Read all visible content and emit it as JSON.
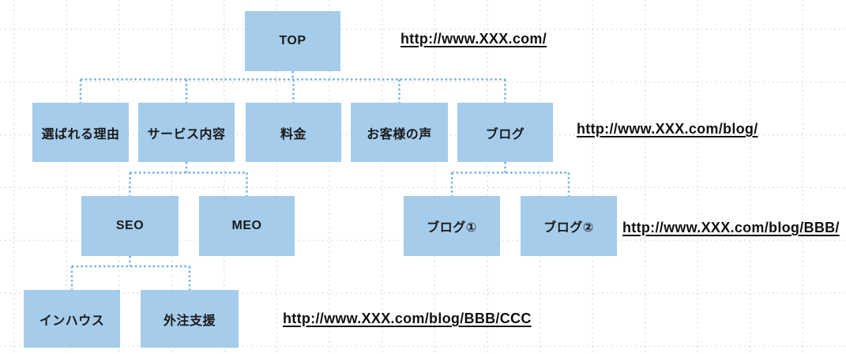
{
  "diagram": {
    "type": "sitemap-tree",
    "nodes": {
      "top": {
        "label": "TOP",
        "level": 1
      },
      "reason": {
        "label": "選ばれる理由",
        "level": 2
      },
      "service": {
        "label": "サービス内容",
        "level": 2
      },
      "price": {
        "label": "料金",
        "level": 2
      },
      "voice": {
        "label": "お客様の声",
        "level": 2
      },
      "blog": {
        "label": "ブログ",
        "level": 2
      },
      "seo": {
        "label": "SEO",
        "level": 3
      },
      "meo": {
        "label": "MEO",
        "level": 3
      },
      "blog1": {
        "label": "ブログ①",
        "level": 3
      },
      "blog2": {
        "label": "ブログ②",
        "level": 3
      },
      "inhouse": {
        "label": "インハウス",
        "level": 4
      },
      "outsource": {
        "label": "外注支援",
        "level": 4
      }
    },
    "edges": [
      {
        "from": "top",
        "to": [
          "reason",
          "service",
          "price",
          "voice",
          "blog"
        ]
      },
      {
        "from": "service",
        "to": [
          "seo",
          "meo"
        ]
      },
      {
        "from": "blog",
        "to": [
          "blog1",
          "blog2"
        ]
      },
      {
        "from": "seo",
        "to": [
          "inhouse",
          "outsource"
        ]
      }
    ],
    "urls": {
      "root": {
        "text": "http://www.XXX.com/"
      },
      "blog": {
        "text": "http://www.XXX.com/blog/"
      },
      "blog_post": {
        "text": "http://www.XXX.com/blog/BBB/"
      },
      "blog_post_section": {
        "text": "http://www.XXX.com/blog/BBB/CCC"
      }
    },
    "colors": {
      "node_fill": "#A5CCEA",
      "connector": "#74AFDF",
      "grid": "#C7C7C7",
      "text": "#111111",
      "background": "#FFFFFF"
    }
  }
}
